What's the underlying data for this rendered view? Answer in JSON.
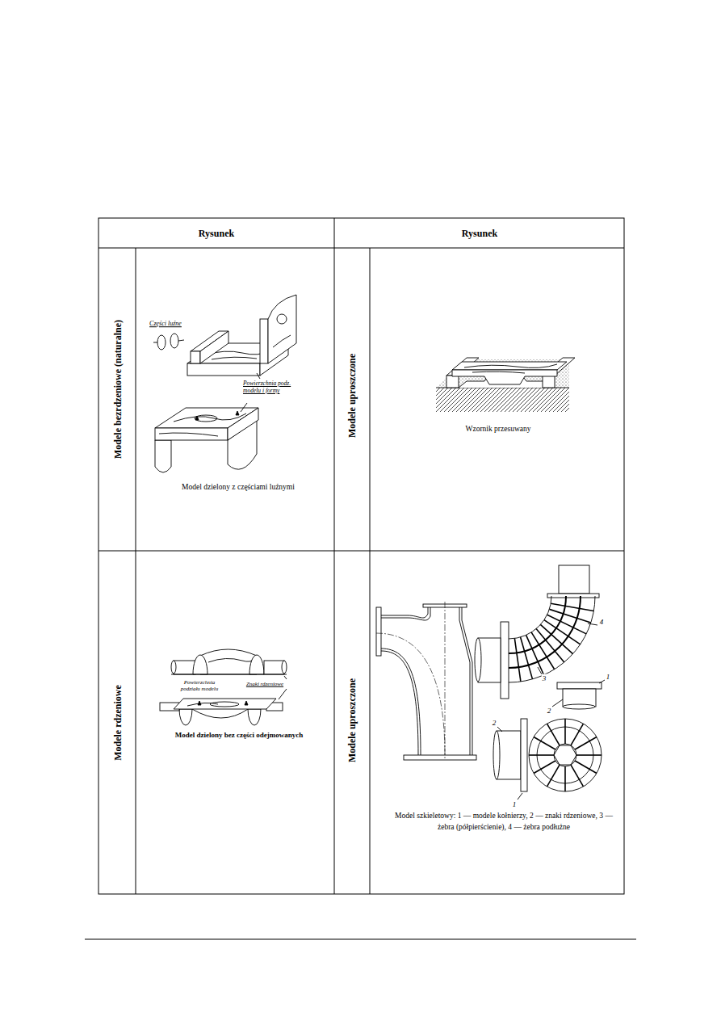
{
  "diagram": {
    "labels": [
      "Rysunek",
      "Rysunek",
      "Modele bezrdzeniowe (naturalne)",
      "Modele uproszczone",
      "Części luźne",
      "Powierzchnia podz. modelu i formy",
      "Model dzielony z częściami luźnymi",
      "Wzornik przesuwany",
      "Modele rdzeniowe",
      "Modele uproszczone",
      "Powierzchnia podziału modelu",
      "Znaki rdzeniowe",
      "Model dzielony bez części odejmowanych",
      "4",
      "1",
      "3",
      "2",
      "2",
      "1",
      "Model szkieletowy: 1 — modele kołnierzy, 2 — znaki rdzeniowe, 3 — żebra (półpierścienie), 4 — żebra podłużne"
    ]
  }
}
